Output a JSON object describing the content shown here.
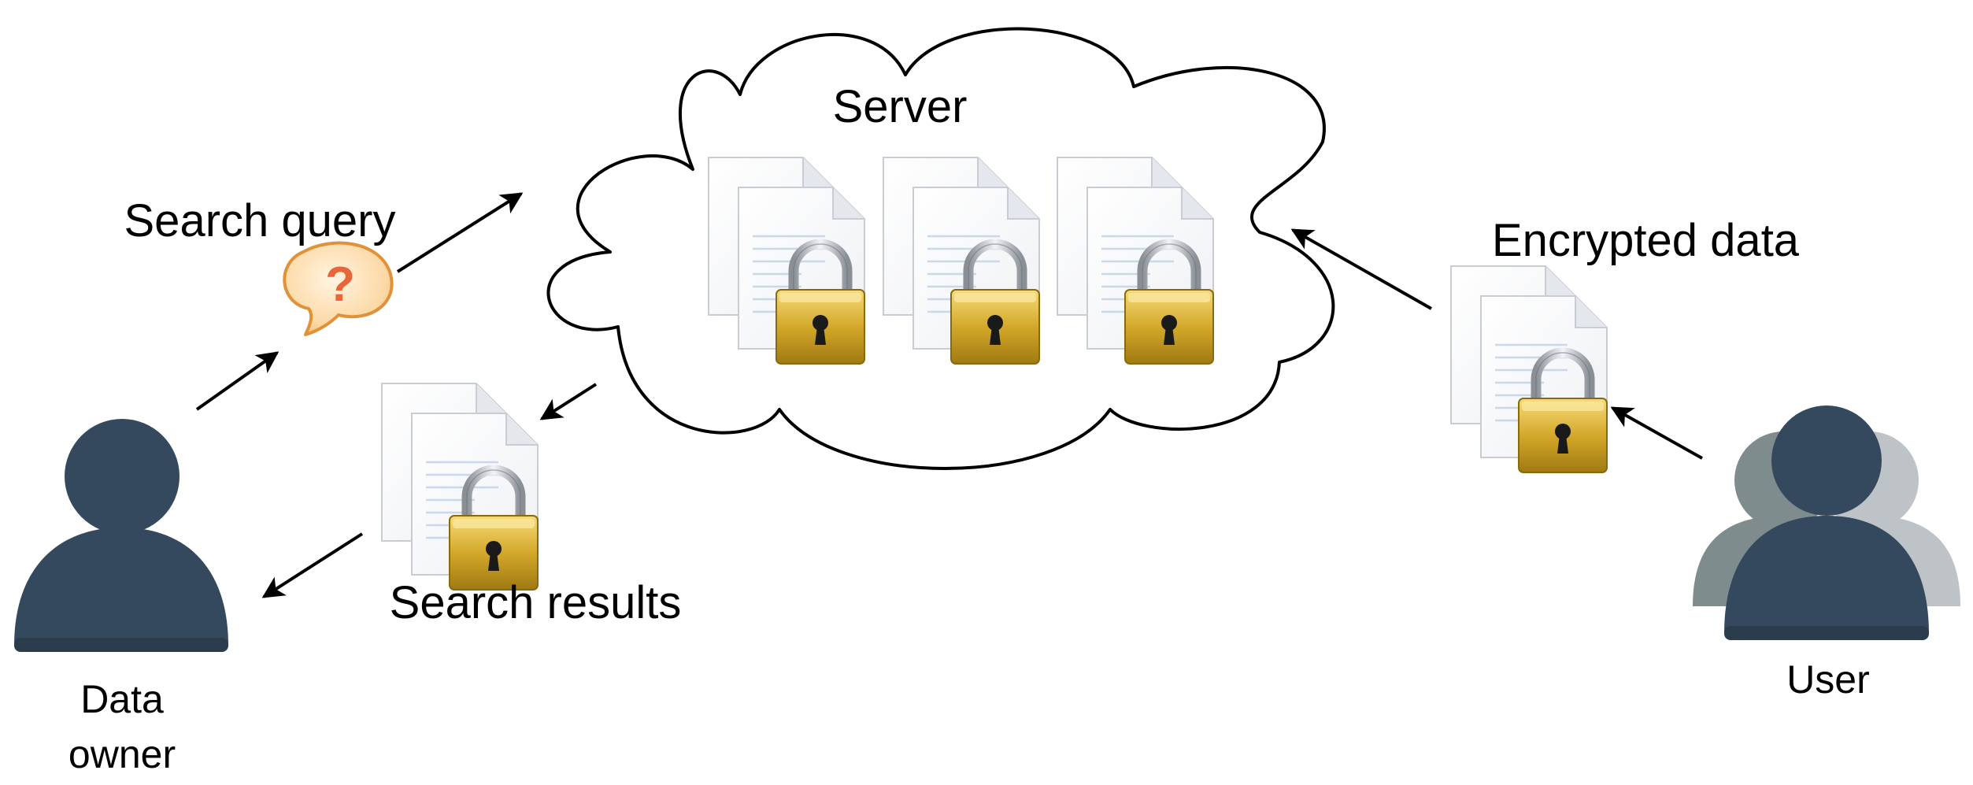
{
  "labels": {
    "server": "Server",
    "search_query": "Search query",
    "encrypted_data": "Encrypted data",
    "search_results": "Search results",
    "data_owner_line1": "Data",
    "data_owner_line2": "owner",
    "user": "User"
  },
  "icons": {
    "question": "?",
    "person": "person-icon",
    "group": "user-group-icon",
    "document": "locked-document-icon",
    "lock": "padlock-icon"
  },
  "colors": {
    "person": "#34495e",
    "person_shade_dark": "#7f8c8d",
    "person_shade_light": "#bdc3c7",
    "lock_gold": "#d4a82a",
    "question_mark": "#e8663a",
    "bubble": "#fcd9a6"
  }
}
